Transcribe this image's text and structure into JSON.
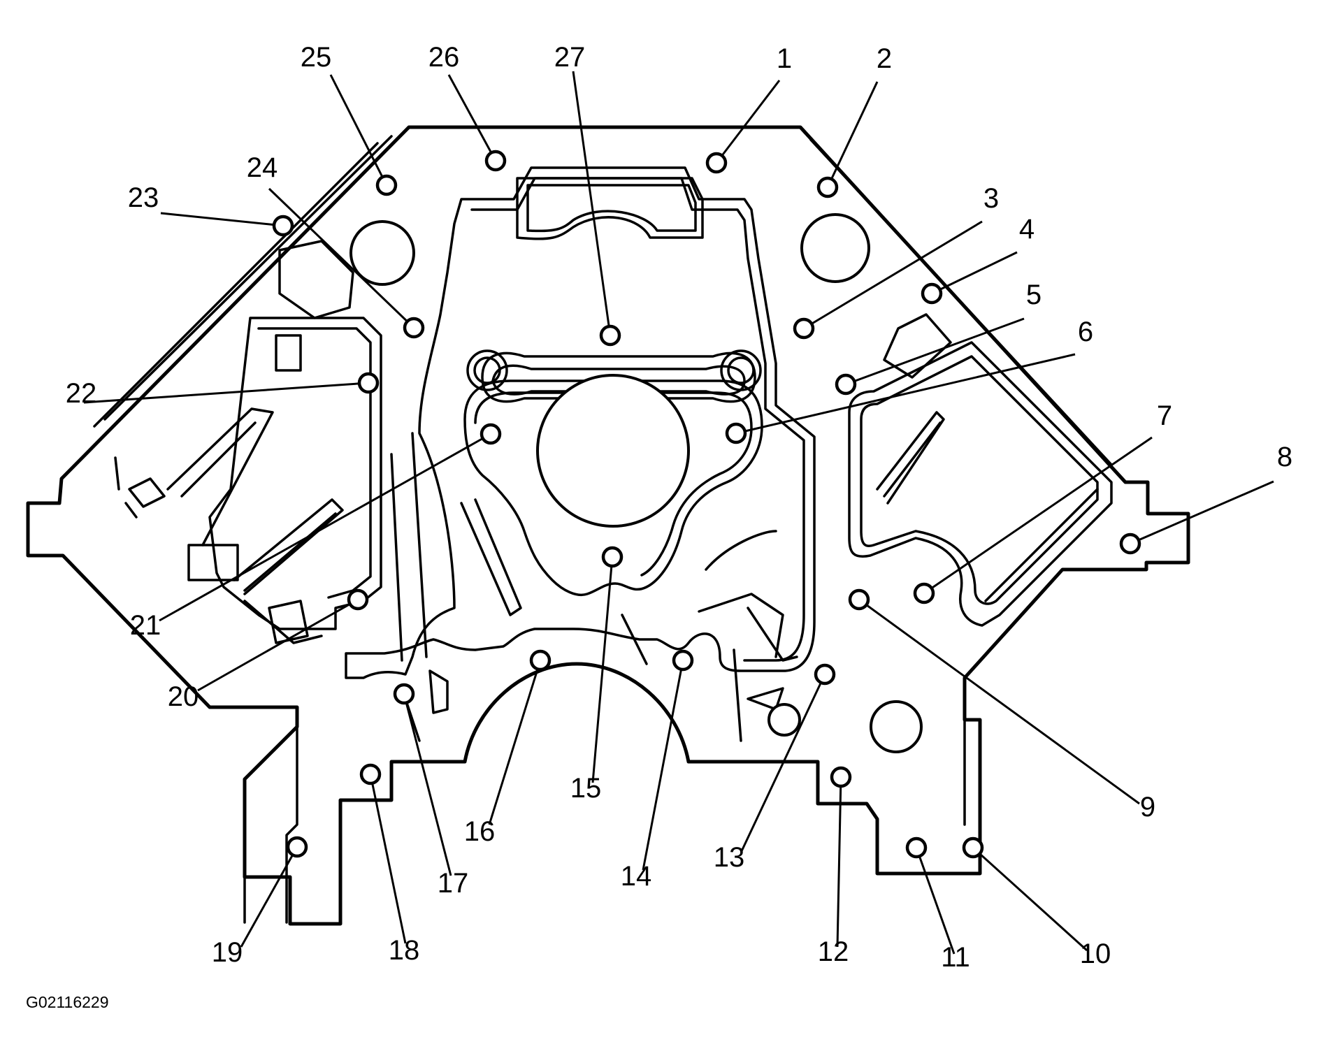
{
  "figure_id": "G02116229",
  "bolt_labels": [
    "1",
    "2",
    "3",
    "4",
    "5",
    "6",
    "7",
    "8",
    "9",
    "10",
    "11",
    "12",
    "13",
    "14",
    "15",
    "16",
    "17",
    "18",
    "19",
    "20",
    "21",
    "22",
    "23",
    "24",
    "25",
    "26",
    "27"
  ]
}
